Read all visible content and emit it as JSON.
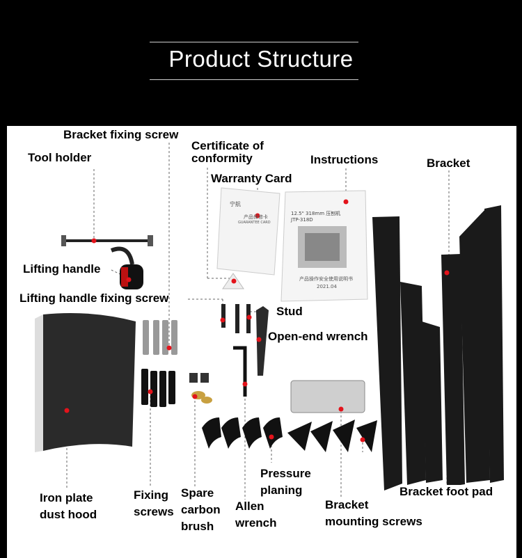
{
  "header": {
    "title": "Product Structure"
  },
  "labels": {
    "bracket_fixing_screw": "Bracket fixing screw",
    "certificate": "Certificate of\nconformity",
    "certificate_l1": "Certificate of",
    "certificate_l2": "conformity",
    "tool_holder": "Tool holder",
    "instructions": "Instructions",
    "bracket": "Bracket",
    "warranty_card": "Warranty Card",
    "lifting_handle": "Lifting handle",
    "lifting_handle_fixing_screw": "Lifting handle fixing screw",
    "stud": "Stud",
    "open_end_wrench": "Open-end wrench",
    "iron_plate_l1": "Iron plate",
    "iron_plate_l2": "dust hood",
    "fixing_l1": "Fixing",
    "fixing_l2": "screws",
    "spare_l1": "Spare",
    "spare_l2": "carbon",
    "spare_l3": "brush",
    "allen_l1": "Allen",
    "allen_l2": "wrench",
    "pressure_l1": "Pressure",
    "pressure_l2": "planing",
    "bracket_mount_l1": "Bracket",
    "bracket_mount_l2": "mounting screws",
    "bracket_foot_pad": "Bracket foot pad"
  },
  "document_text": {
    "instructions_model": "12.5\"  318mm 压刨机",
    "instructions_code": "JTP-318D",
    "instructions_footer": "产品操作安全使用说明书",
    "instructions_date": "2021.04",
    "warranty_brand": "宁航",
    "warranty_title": "产品保修卡",
    "warranty_sub": "GUARANTEE CARD"
  },
  "colors": {
    "accent_dot": "#e3131b",
    "header_bg": "#000000",
    "panel_bg": "#ffffff"
  }
}
